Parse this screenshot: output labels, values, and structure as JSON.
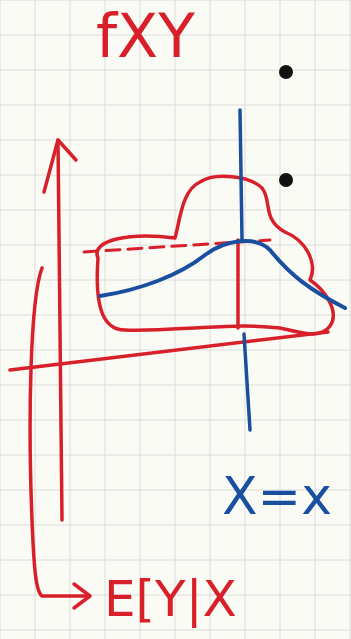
{
  "diagram": {
    "labels": [
      "fXY",
      "X=x",
      "E[Y|X"
    ]
  }
}
